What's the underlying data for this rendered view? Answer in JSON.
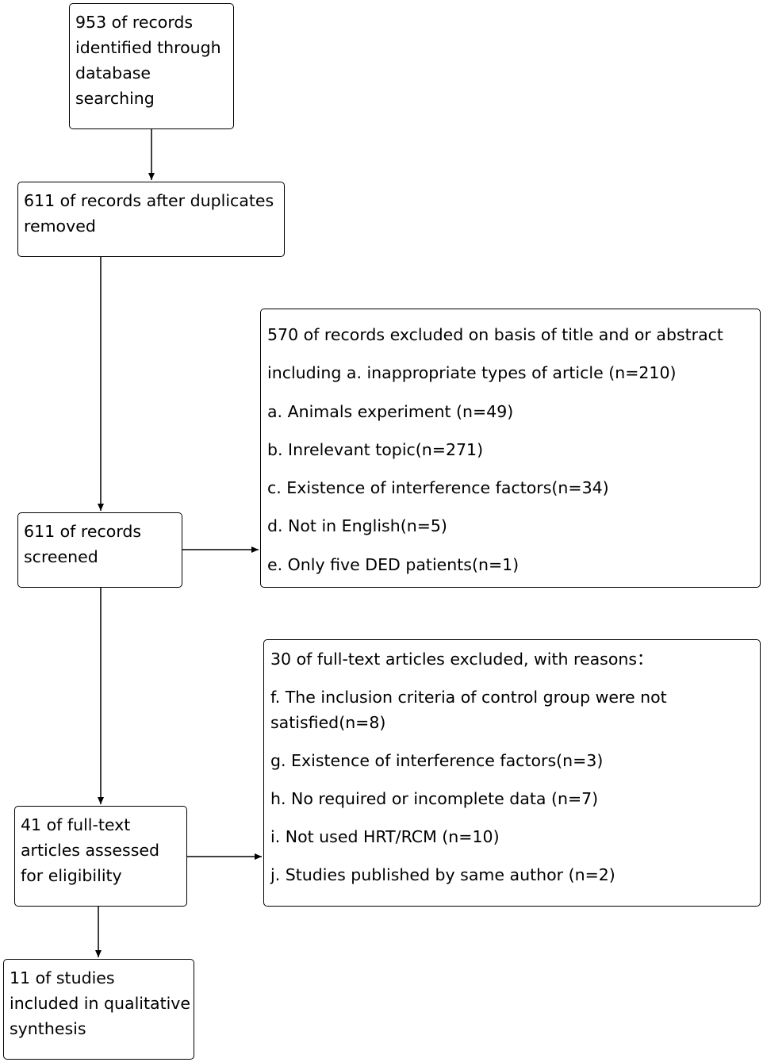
{
  "flow": {
    "identified": {
      "lines": [
        "953 of records",
        "identified through",
        "database",
        "searching"
      ]
    },
    "duplicates_removed": {
      "lines": [
        "611 of records after duplicates",
        "removed"
      ]
    },
    "screened": {
      "lines": [
        "611 of records",
        "screened"
      ]
    },
    "excluded_records": {
      "lines": [
        "570 of records excluded on basis of title and or abstract",
        "including a. inappropriate types of article (n=210)",
        "a. Animals experiment (n=49)",
        "b. Inrelevant topic(n=271)",
        "c. Existence of interference factors(n=34)",
        "d. Not in English(n=5)",
        "e. Only five DED patients(n=1)"
      ]
    },
    "fulltext_assessed": {
      "lines": [
        "41 of full-text",
        "articles assessed",
        "for eligibility"
      ]
    },
    "fulltext_excluded": {
      "title": "30 of full-text articles excluded, with reasons：",
      "reason_f_1": "f. The inclusion criteria of control group were not",
      "reason_f_2": "satisfied(n=8)",
      "reason_g": "g. Existence of interference factors(n=3)",
      "reason_h": "h. No required or incomplete data (n=7)",
      "reason_i": "i. Not used HRT/RCM (n=10)",
      "reason_j": "j. Studies published by same author (n=2)"
    },
    "included": {
      "lines": [
        "11 of studies",
        "included in qualitative",
        "synthesis"
      ]
    }
  }
}
